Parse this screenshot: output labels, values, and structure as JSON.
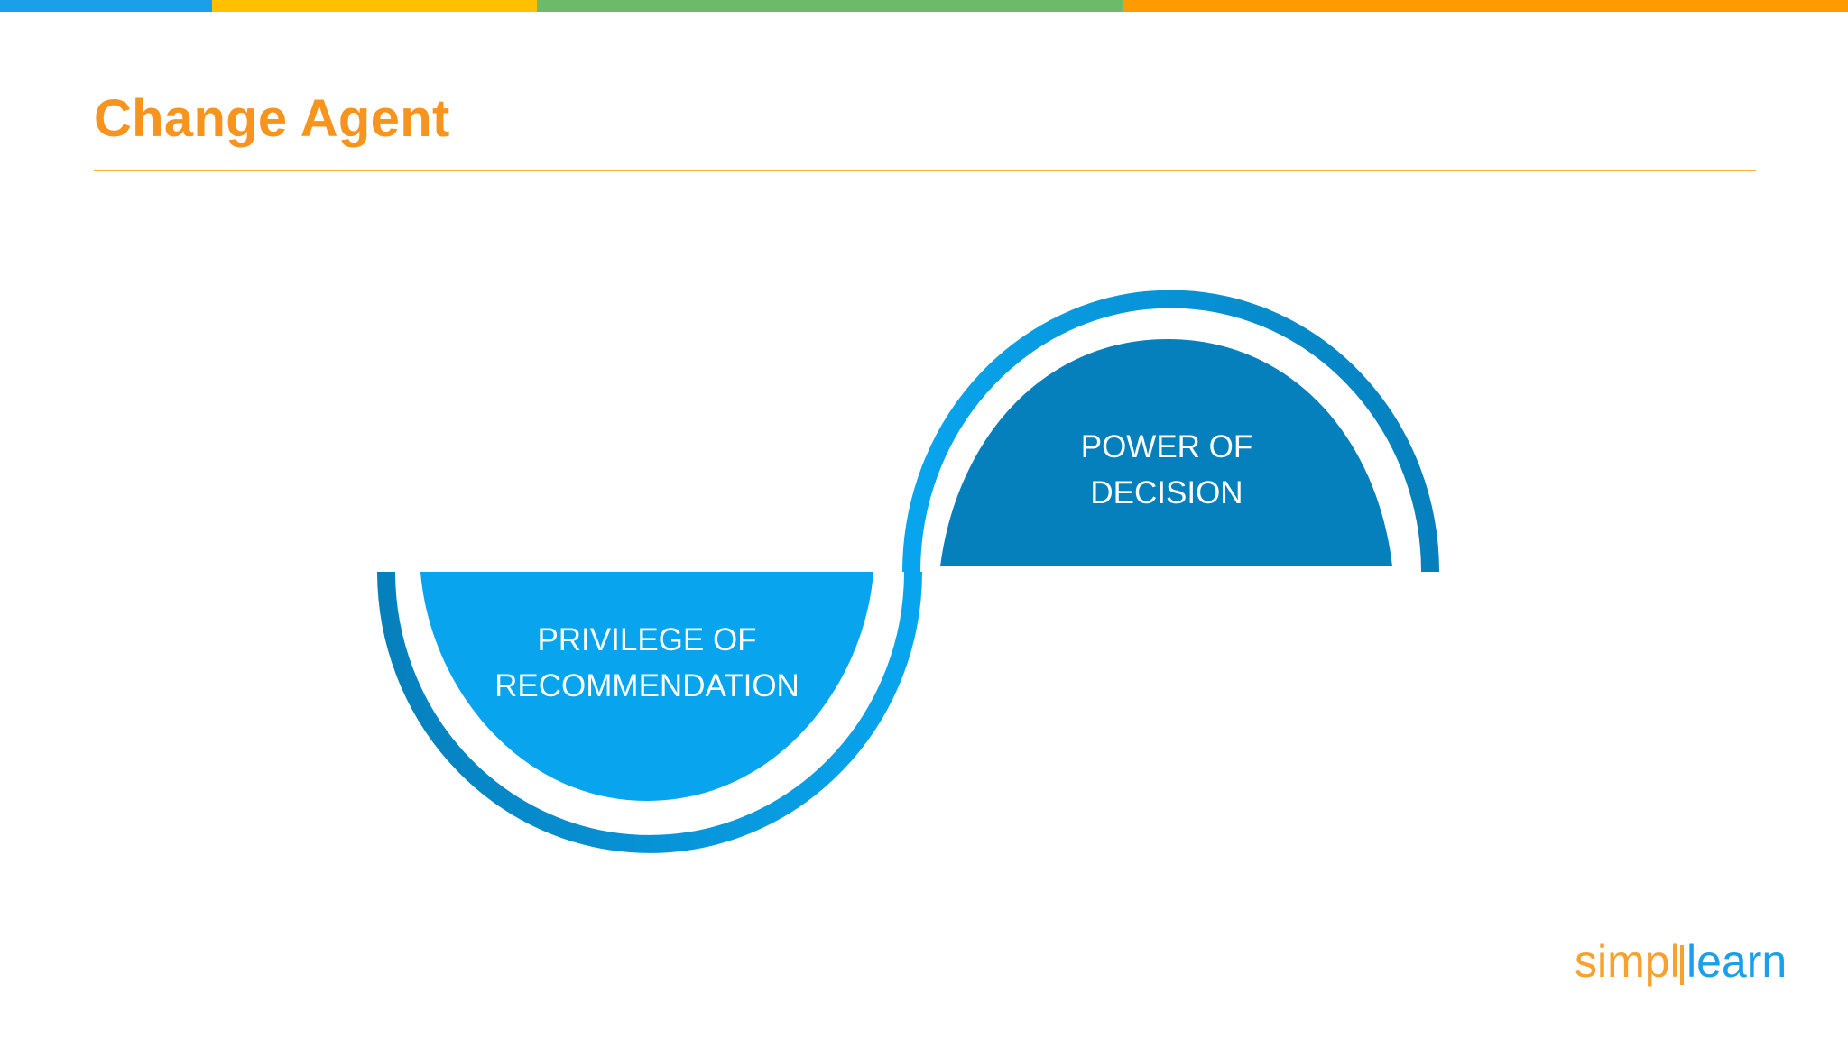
{
  "slide": {
    "title": "Change Agent"
  },
  "top_bar": {
    "colors": [
      "#1AA0E8",
      "#FFC000",
      "#6CBB6A",
      "#FF9A00"
    ]
  },
  "diagram": {
    "left_shape": {
      "label_lines": [
        "PRIVILEGE OF",
        "RECOMMENDATION"
      ],
      "fill_color": "#08A5EE"
    },
    "right_shape": {
      "label_lines": [
        "POWER OF",
        "DECISION"
      ],
      "fill_color": "#0680BD"
    },
    "arc_colors": {
      "light": "#08A5EE",
      "dark": "#0680BD"
    }
  },
  "brand": {
    "logo_text_left": "simpl",
    "logo_text_right": "learn"
  }
}
